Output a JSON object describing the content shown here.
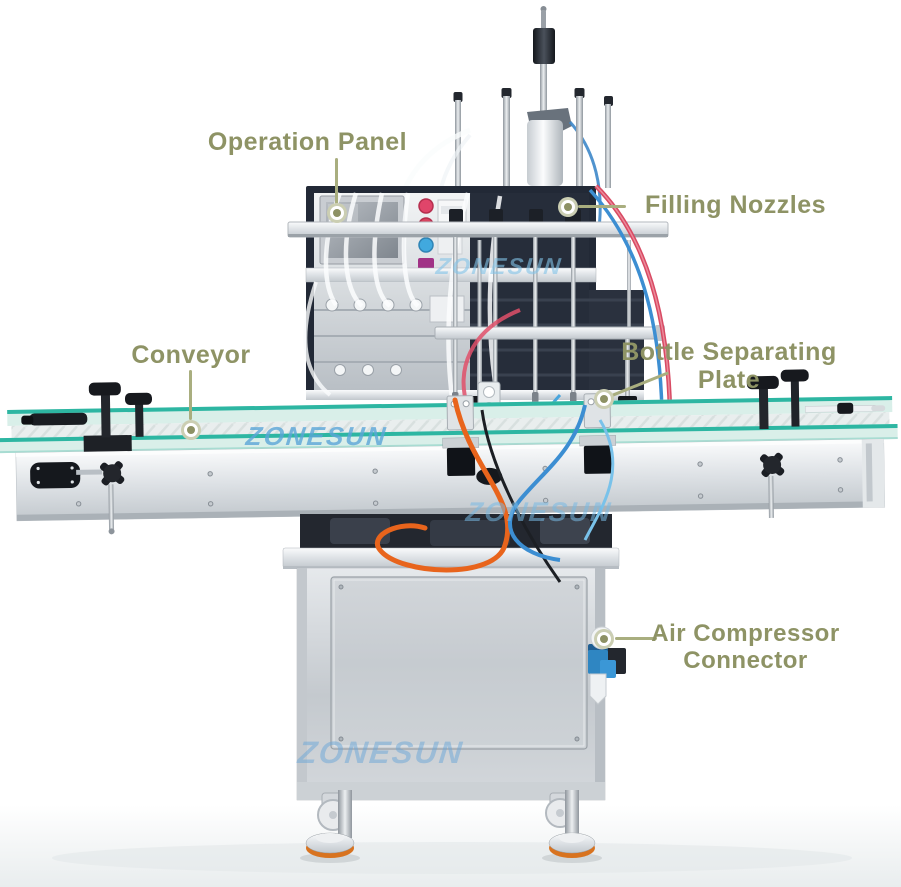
{
  "meta": {
    "description": "Annotated product photo of an automatic liquid filling machine with conveyor",
    "brand_watermark": "ZONESUN"
  },
  "annotations": {
    "operation_panel": "Operation Panel",
    "filling_nozzles": "Filling Nozzles",
    "conveyor": "Conveyor",
    "bottle_separating_line1": "Bottle Separating",
    "bottle_separating_line2": "Plate",
    "air_compressor_line1": "Air Compressor",
    "air_compressor_line2": "Connector"
  },
  "watermark": {
    "text": "ZONESUN"
  },
  "colors": {
    "annotation_text": "#8e9365",
    "leader_line": "#a9ae7f",
    "watermark_blue": "#7dbde8",
    "conveyor_rail_teal": "#2db6a2",
    "tube_orange": "#e8641c",
    "tube_red": "#d84a63",
    "tube_blue": "#3c8ed2",
    "button_red": "#e0456a",
    "button_blue": "#41a9de",
    "button_magenta": "#a13386",
    "machine_panel_dark": "#262d3a",
    "foot_ring_orange": "#d8731f"
  }
}
